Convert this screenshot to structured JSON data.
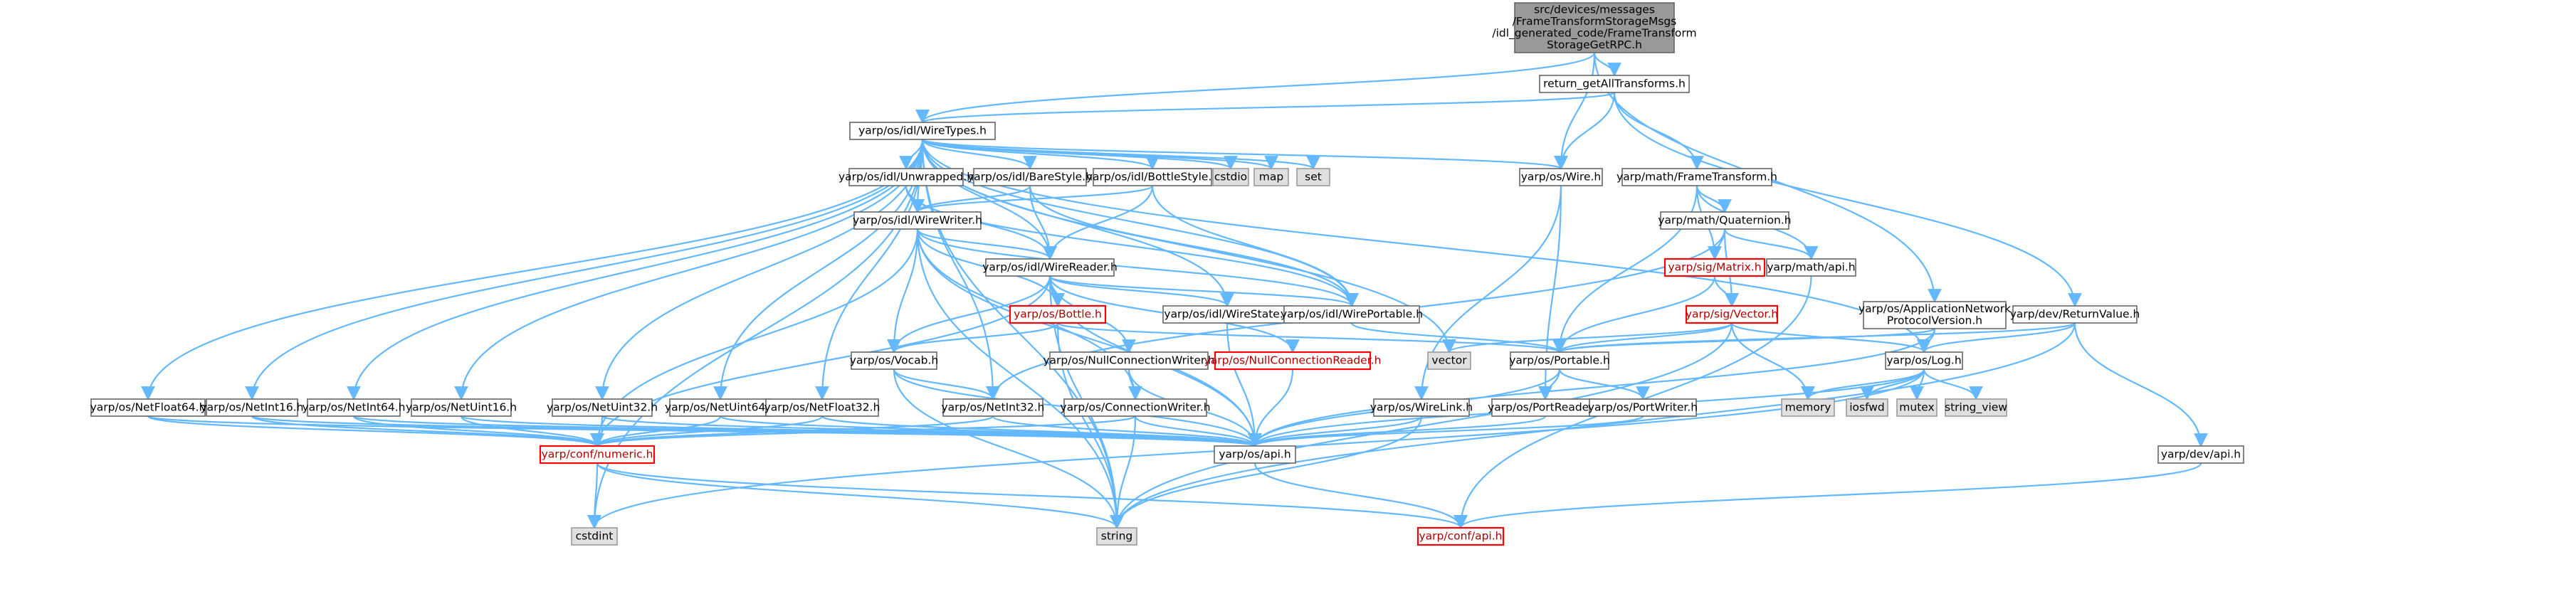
{
  "colors": {
    "edge": "#63b8ff",
    "node_border": "#666666",
    "root_fill": "#999999",
    "external_fill": "#e0e0e0",
    "truncated_border": "#ff0000"
  },
  "nodes": [
    {
      "id": "root",
      "kind": "root",
      "lines": [
        "src/devices/messages",
        "/FrameTransformStorageMsgs",
        "/idl_generated_code/FrameTransform",
        "StorageGetRPC.h"
      ]
    },
    {
      "id": "return_getAllTransforms",
      "kind": "regular",
      "lines": [
        "return_getAllTransforms.h"
      ]
    },
    {
      "id": "WireTypes",
      "kind": "regular",
      "lines": [
        "yarp/os/idl/WireTypes.h"
      ]
    },
    {
      "id": "Unwrapped",
      "kind": "regular",
      "lines": [
        "yarp/os/idl/Unwrapped.h"
      ]
    },
    {
      "id": "BareStyle",
      "kind": "regular",
      "lines": [
        "yarp/os/idl/BareStyle.h"
      ]
    },
    {
      "id": "BottleStyle",
      "kind": "regular",
      "lines": [
        "yarp/os/idl/BottleStyle.h"
      ]
    },
    {
      "id": "cstdio",
      "kind": "ext",
      "lines": [
        "cstdio"
      ]
    },
    {
      "id": "map",
      "kind": "ext",
      "lines": [
        "map"
      ]
    },
    {
      "id": "set",
      "kind": "ext",
      "lines": [
        "set"
      ]
    },
    {
      "id": "Wire",
      "kind": "regular",
      "lines": [
        "yarp/os/Wire.h"
      ]
    },
    {
      "id": "FrameTransform",
      "kind": "regular",
      "lines": [
        "yarp/math/FrameTransform.h"
      ]
    },
    {
      "id": "Quaternion",
      "kind": "regular",
      "lines": [
        "yarp/math/Quaternion.h"
      ]
    },
    {
      "id": "WireWriter",
      "kind": "regular",
      "lines": [
        "yarp/os/idl/WireWriter.h"
      ]
    },
    {
      "id": "WireReader",
      "kind": "regular",
      "lines": [
        "yarp/os/idl/WireReader.h"
      ]
    },
    {
      "id": "Matrix",
      "kind": "trunc",
      "lines": [
        "yarp/sig/Matrix.h"
      ]
    },
    {
      "id": "mathapi",
      "kind": "regular",
      "lines": [
        "yarp/math/api.h"
      ]
    },
    {
      "id": "Bottle",
      "kind": "trunc",
      "lines": [
        "yarp/os/Bottle.h"
      ]
    },
    {
      "id": "WireState",
      "kind": "regular",
      "lines": [
        "yarp/os/idl/WireState.h"
      ]
    },
    {
      "id": "WirePortable",
      "kind": "regular",
      "lines": [
        "yarp/os/idl/WirePortable.h"
      ]
    },
    {
      "id": "Vector",
      "kind": "trunc",
      "lines": [
        "yarp/sig/Vector.h"
      ]
    },
    {
      "id": "AppNetProto",
      "kind": "regular",
      "lines": [
        "yarp/os/ApplicationNetwork",
        "ProtocolVersion.h"
      ]
    },
    {
      "id": "ReturnValue",
      "kind": "regular",
      "lines": [
        "yarp/dev/ReturnValue.h"
      ]
    },
    {
      "id": "Vocab",
      "kind": "regular",
      "lines": [
        "yarp/os/Vocab.h"
      ]
    },
    {
      "id": "NullConnWriter",
      "kind": "regular",
      "lines": [
        "yarp/os/NullConnectionWriter.h"
      ]
    },
    {
      "id": "NullConnReader",
      "kind": "trunc",
      "lines": [
        "yarp/os/NullConnectionReader.h"
      ]
    },
    {
      "id": "vector",
      "kind": "ext",
      "lines": [
        "vector"
      ]
    },
    {
      "id": "Portable",
      "kind": "regular",
      "lines": [
        "yarp/os/Portable.h"
      ]
    },
    {
      "id": "Log",
      "kind": "regular",
      "lines": [
        "yarp/os/Log.h"
      ]
    },
    {
      "id": "NetFloat64",
      "kind": "regular",
      "lines": [
        "yarp/os/NetFloat64.h"
      ]
    },
    {
      "id": "NetInt16",
      "kind": "regular",
      "lines": [
        "yarp/os/NetInt16.h"
      ]
    },
    {
      "id": "NetInt64",
      "kind": "regular",
      "lines": [
        "yarp/os/NetInt64.h"
      ]
    },
    {
      "id": "NetUint16",
      "kind": "regular",
      "lines": [
        "yarp/os/NetUint16.h"
      ]
    },
    {
      "id": "NetUint32",
      "kind": "regular",
      "lines": [
        "yarp/os/NetUint32.h"
      ]
    },
    {
      "id": "NetUint64",
      "kind": "regular",
      "lines": [
        "yarp/os/NetUint64.h"
      ]
    },
    {
      "id": "NetFloat32",
      "kind": "regular",
      "lines": [
        "yarp/os/NetFloat32.h"
      ]
    },
    {
      "id": "NetInt32",
      "kind": "regular",
      "lines": [
        "yarp/os/NetInt32.h"
      ]
    },
    {
      "id": "ConnWriter",
      "kind": "regular",
      "lines": [
        "yarp/os/ConnectionWriter.h"
      ]
    },
    {
      "id": "WireLink",
      "kind": "regular",
      "lines": [
        "yarp/os/WireLink.h"
      ]
    },
    {
      "id": "PortReader",
      "kind": "regular",
      "lines": [
        "yarp/os/PortReader.h"
      ]
    },
    {
      "id": "PortWriter",
      "kind": "regular",
      "lines": [
        "yarp/os/PortWriter.h"
      ]
    },
    {
      "id": "memory",
      "kind": "ext",
      "lines": [
        "memory"
      ]
    },
    {
      "id": "iosfwd",
      "kind": "ext",
      "lines": [
        "iosfwd"
      ]
    },
    {
      "id": "mutex",
      "kind": "ext",
      "lines": [
        "mutex"
      ]
    },
    {
      "id": "string_view",
      "kind": "ext",
      "lines": [
        "string_view"
      ]
    },
    {
      "id": "devapi",
      "kind": "regular",
      "lines": [
        "yarp/dev/api.h"
      ]
    },
    {
      "id": "confnumeric",
      "kind": "trunc",
      "lines": [
        "yarp/conf/numeric.h"
      ]
    },
    {
      "id": "osapi",
      "kind": "regular",
      "lines": [
        "yarp/os/api.h"
      ]
    },
    {
      "id": "cstdint",
      "kind": "ext",
      "lines": [
        "cstdint"
      ]
    },
    {
      "id": "string",
      "kind": "ext",
      "lines": [
        "string"
      ]
    },
    {
      "id": "confapi",
      "kind": "trunc",
      "lines": [
        "yarp/conf/api.h"
      ]
    }
  ],
  "edges": [
    [
      "root",
      "WireTypes"
    ],
    [
      "root",
      "return_getAllTransforms"
    ],
    [
      "root",
      "Wire"
    ],
    [
      "root",
      "AppNetProto"
    ],
    [
      "return_getAllTransforms",
      "WireTypes"
    ],
    [
      "return_getAllTransforms",
      "Wire"
    ],
    [
      "return_getAllTransforms",
      "FrameTransform"
    ],
    [
      "return_getAllTransforms",
      "ReturnValue"
    ],
    [
      "WireTypes",
      "Unwrapped"
    ],
    [
      "WireTypes",
      "BareStyle"
    ],
    [
      "WireTypes",
      "BottleStyle"
    ],
    [
      "WireTypes",
      "cstdio"
    ],
    [
      "WireTypes",
      "map"
    ],
    [
      "WireTypes",
      "set"
    ],
    [
      "WireTypes",
      "Wire"
    ],
    [
      "WireTypes",
      "WireWriter"
    ],
    [
      "WireTypes",
      "WireReader"
    ],
    [
      "WireTypes",
      "WireState"
    ],
    [
      "WireTypes",
      "WirePortable"
    ],
    [
      "WireTypes",
      "vector"
    ],
    [
      "WireTypes",
      "Log"
    ],
    [
      "WireTypes",
      "NetFloat64"
    ],
    [
      "WireTypes",
      "NetInt16"
    ],
    [
      "WireTypes",
      "NetInt64"
    ],
    [
      "WireTypes",
      "NetUint16"
    ],
    [
      "WireTypes",
      "NetUint32"
    ],
    [
      "WireTypes",
      "NetUint64"
    ],
    [
      "WireTypes",
      "NetFloat32"
    ],
    [
      "WireTypes",
      "NetInt32"
    ],
    [
      "WireTypes",
      "cstdint"
    ],
    [
      "WireTypes",
      "string"
    ],
    [
      "Unwrapped",
      "WireWriter"
    ],
    [
      "Unwrapped",
      "WireReader"
    ],
    [
      "Unwrapped",
      "WirePortable"
    ],
    [
      "BareStyle",
      "WireWriter"
    ],
    [
      "BareStyle",
      "WireReader"
    ],
    [
      "BareStyle",
      "WirePortable"
    ],
    [
      "BottleStyle",
      "WireWriter"
    ],
    [
      "BottleStyle",
      "WireReader"
    ],
    [
      "BottleStyle",
      "WirePortable"
    ],
    [
      "Wire",
      "WireLink"
    ],
    [
      "Wire",
      "PortReader"
    ],
    [
      "FrameTransform",
      "Quaternion"
    ],
    [
      "FrameTransform",
      "Matrix"
    ],
    [
      "FrameTransform",
      "mathapi"
    ],
    [
      "FrameTransform",
      "Portable"
    ],
    [
      "Quaternion",
      "Matrix"
    ],
    [
      "Quaternion",
      "Vector"
    ],
    [
      "Quaternion",
      "mathapi"
    ],
    [
      "Quaternion",
      "NetInt32"
    ],
    [
      "WireWriter",
      "WireReader"
    ],
    [
      "WireWriter",
      "WirePortable"
    ],
    [
      "WireWriter",
      "Bottle"
    ],
    [
      "WireWriter",
      "Vocab"
    ],
    [
      "WireWriter",
      "ConnWriter"
    ],
    [
      "WireWriter",
      "confnumeric"
    ],
    [
      "WireWriter",
      "osapi"
    ],
    [
      "WireWriter",
      "string"
    ],
    [
      "WireReader",
      "Bottle"
    ],
    [
      "WireReader",
      "WireState"
    ],
    [
      "WireReader",
      "WirePortable"
    ],
    [
      "WireReader",
      "Vocab"
    ],
    [
      "WireReader",
      "NullConnWriter"
    ],
    [
      "WireReader",
      "NullConnReader"
    ],
    [
      "WireReader",
      "confnumeric"
    ],
    [
      "WireReader",
      "osapi"
    ],
    [
      "WireReader",
      "string"
    ],
    [
      "Matrix",
      "Vector"
    ],
    [
      "Matrix",
      "Portable"
    ],
    [
      "mathapi",
      "confapi"
    ],
    [
      "Bottle",
      "Vocab"
    ],
    [
      "Bottle",
      "Portable"
    ],
    [
      "Bottle",
      "string"
    ],
    [
      "WireState",
      "osapi"
    ],
    [
      "WirePortable",
      "Portable"
    ],
    [
      "Vector",
      "vector"
    ],
    [
      "Vector",
      "Portable"
    ],
    [
      "Vector",
      "Log"
    ],
    [
      "Vector",
      "memory"
    ],
    [
      "Vector",
      "string"
    ],
    [
      "AppNetProto",
      "Portable"
    ],
    [
      "AppNetProto",
      "Log"
    ],
    [
      "AppNetProto",
      "osapi"
    ],
    [
      "ReturnValue",
      "Portable"
    ],
    [
      "ReturnValue",
      "Log"
    ],
    [
      "ReturnValue",
      "devapi"
    ],
    [
      "ReturnValue",
      "string"
    ],
    [
      "Vocab",
      "NetInt32"
    ],
    [
      "Vocab",
      "osapi"
    ],
    [
      "Vocab",
      "string"
    ],
    [
      "NullConnWriter",
      "ConnWriter"
    ],
    [
      "NullConnWriter",
      "osapi"
    ],
    [
      "NullConnReader",
      "osapi"
    ],
    [
      "Portable",
      "PortReader"
    ],
    [
      "Portable",
      "PortWriter"
    ],
    [
      "Portable",
      "osapi"
    ],
    [
      "Log",
      "memory"
    ],
    [
      "Log",
      "iosfwd"
    ],
    [
      "Log",
      "mutex"
    ],
    [
      "Log",
      "string_view"
    ],
    [
      "Log",
      "osapi"
    ],
    [
      "Log",
      "cstdint"
    ],
    [
      "NetFloat64",
      "confnumeric"
    ],
    [
      "NetFloat64",
      "osapi"
    ],
    [
      "NetInt16",
      "confnumeric"
    ],
    [
      "NetInt16",
      "osapi"
    ],
    [
      "NetInt64",
      "confnumeric"
    ],
    [
      "NetInt64",
      "osapi"
    ],
    [
      "NetUint16",
      "confnumeric"
    ],
    [
      "NetUint16",
      "osapi"
    ],
    [
      "NetUint32",
      "confnumeric"
    ],
    [
      "NetUint32",
      "osapi"
    ],
    [
      "NetUint64",
      "confnumeric"
    ],
    [
      "NetUint64",
      "osapi"
    ],
    [
      "NetFloat32",
      "confnumeric"
    ],
    [
      "NetFloat32",
      "osapi"
    ],
    [
      "NetInt32",
      "confnumeric"
    ],
    [
      "NetInt32",
      "osapi"
    ],
    [
      "ConnWriter",
      "osapi"
    ],
    [
      "ConnWriter",
      "string"
    ],
    [
      "ConnWriter",
      "confnumeric"
    ],
    [
      "WireLink",
      "osapi"
    ],
    [
      "WireLink",
      "string"
    ],
    [
      "PortReader",
      "osapi"
    ],
    [
      "PortWriter",
      "osapi"
    ],
    [
      "devapi",
      "confapi"
    ],
    [
      "confnumeric",
      "cstdint"
    ],
    [
      "confnumeric",
      "string"
    ],
    [
      "confnumeric",
      "confapi"
    ],
    [
      "osapi",
      "confapi"
    ]
  ]
}
